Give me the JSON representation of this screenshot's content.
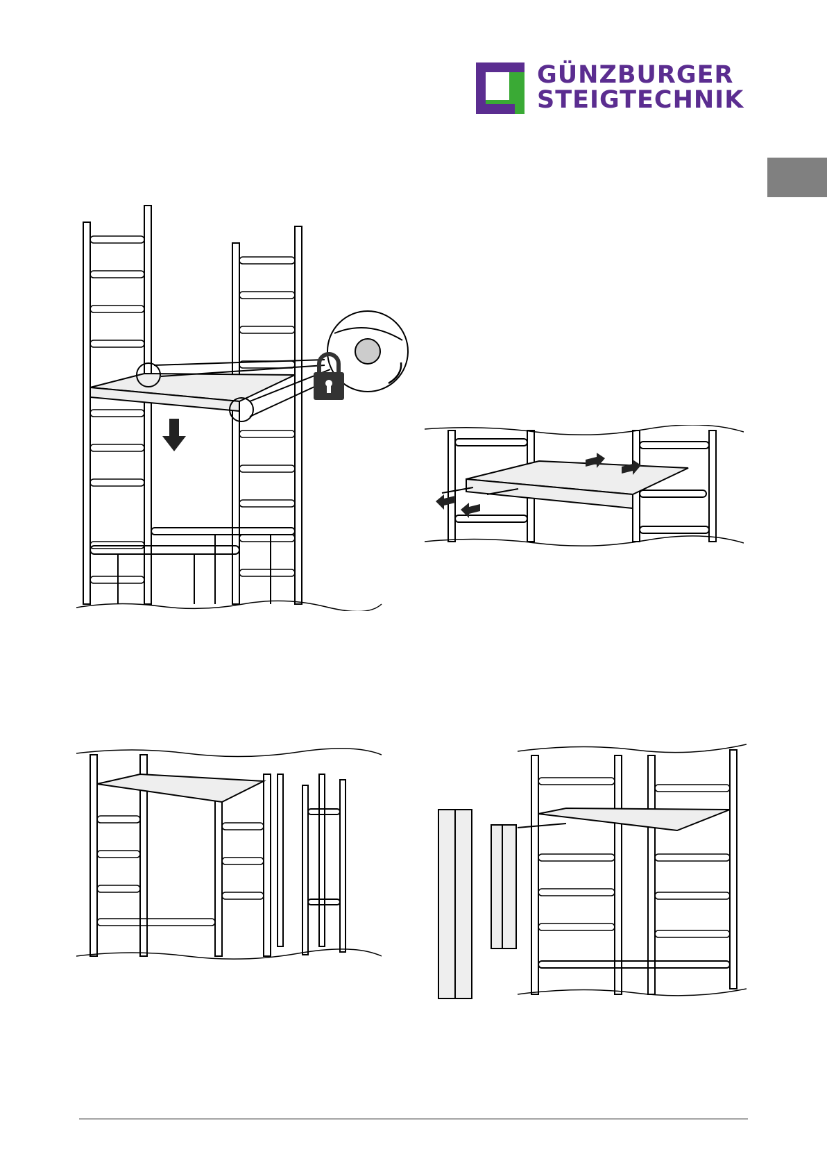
{
  "logo": {
    "line1": "GÜNZBURGER",
    "line2": "STEIGTECHNIK",
    "brand_color": "#5b2d90",
    "mark_green": "#3aaa35"
  },
  "side_tab": {
    "color": "#808080"
  },
  "figures": [
    {
      "name": "platform-insert-and-lock",
      "icons": [
        "down-arrow-icon",
        "lock-icon",
        "rotate-arrow-icon"
      ]
    },
    {
      "name": "platform-pins-slide-out",
      "icons": [
        "arrow-icon"
      ]
    },
    {
      "name": "attach-ladder-frames",
      "icons": []
    },
    {
      "name": "attach-toe-boards",
      "icons": []
    }
  ]
}
